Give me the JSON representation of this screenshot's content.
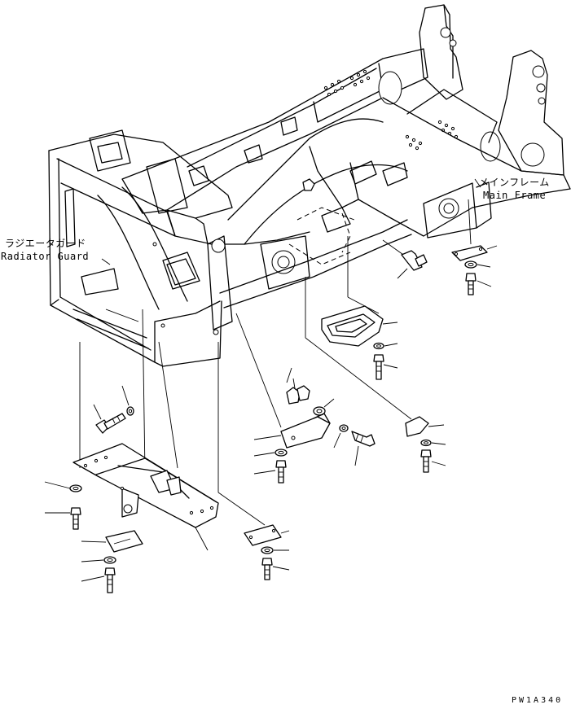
{
  "labels": {
    "main_frame_jp": "メインフレーム",
    "main_frame_en": "Main Frame",
    "radiator_guard_jp": "ラジエータガード",
    "radiator_guard_en": "Radiator Guard"
  },
  "drawing_code": "PW1A340"
}
